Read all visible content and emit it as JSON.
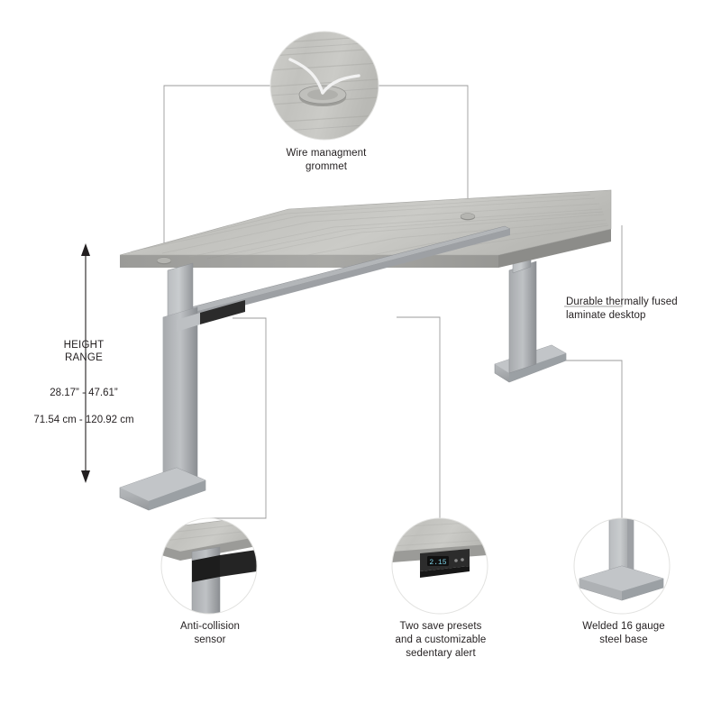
{
  "product": {
    "alt": "Height adjustable standing desk with gray laminate top and silver steel base"
  },
  "height_range": {
    "title": "HEIGHT\nRANGE",
    "inches": "28.17” - 47.61”",
    "centimeters": "71.54 cm - 120.92 cm"
  },
  "callouts": [
    {
      "id": "wire-management-grommet",
      "label": "Wire managment\ngrommet"
    },
    {
      "id": "durable-laminate-desktop",
      "label": "Durable thermally fused\nlaminate desktop"
    },
    {
      "id": "anti-collision-sensor",
      "label": "Anti-collision\nsensor"
    },
    {
      "id": "two-save-presets",
      "label": "Two save presets\nand a customizable\nsedentary alert"
    },
    {
      "id": "welded-steel-base",
      "label": "Welded 16 gauge\nsteel base"
    }
  ],
  "controller": {
    "display_value": "2.15"
  },
  "colors": {
    "background": "#ffffff",
    "text": "#231f20",
    "leader_line": "#9a9a9a",
    "desktop_light": "#c9c9c5",
    "desktop_mid": "#b8b8b4",
    "desktop_dark": "#a3a3a0",
    "desktop_edge": "#8f8f8c",
    "leg_light": "#c6c8ca",
    "leg_mid": "#a9acaf",
    "leg_dark": "#8a8d90"
  }
}
